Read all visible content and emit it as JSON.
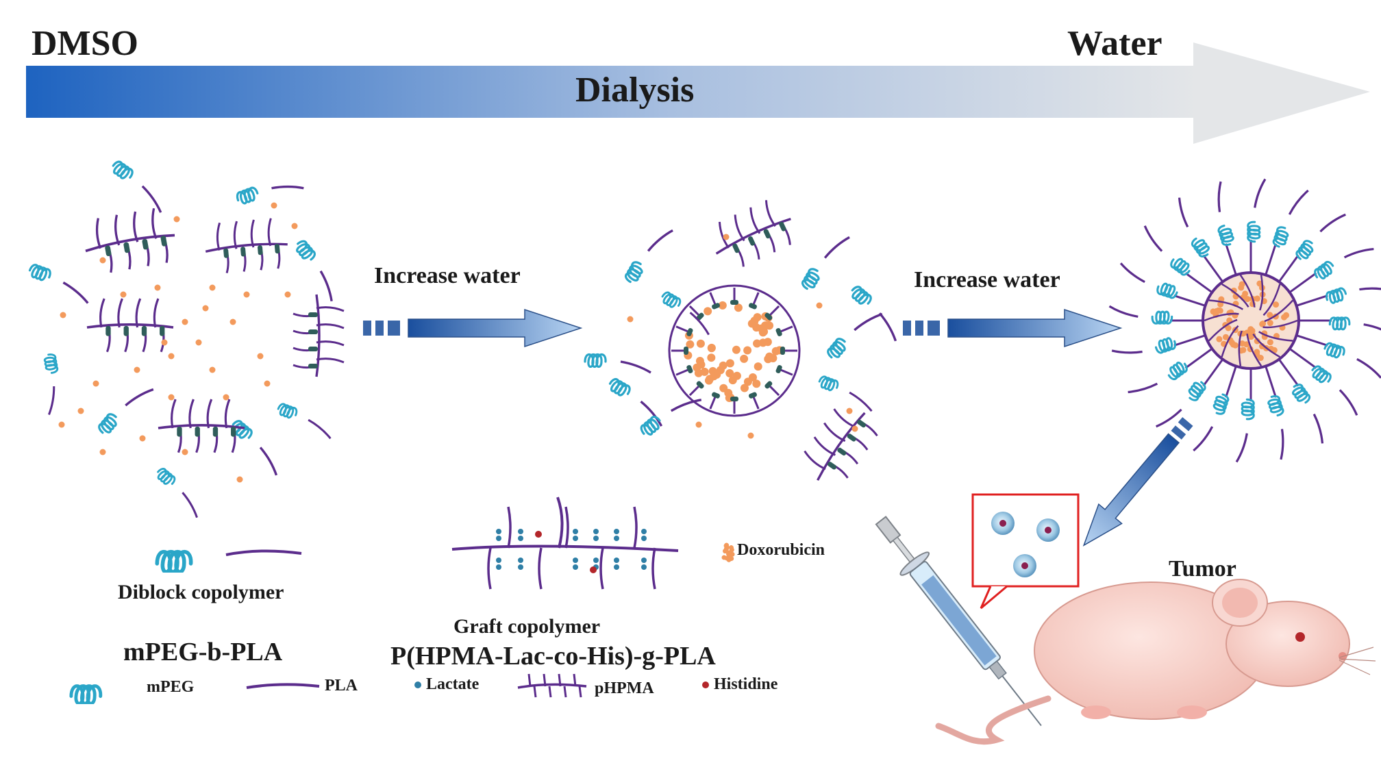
{
  "colors": {
    "peg": "#2aa6c8",
    "pla": "#5b2c8c",
    "drug": "#f39a5c",
    "lactate": "#2f7fa6",
    "histidine": "#b3262a",
    "arrow_dark": "#1f66c2",
    "arrow_light": "#e8eaec",
    "callout": "#e02020",
    "mouse": "#f6cfc8"
  },
  "header": {
    "left": "DMSO",
    "right": "Water",
    "center": "Dialysis"
  },
  "process": {
    "step1": "Increase water",
    "step2": "Increase water"
  },
  "legend": {
    "diblock_caption": "Diblock copolymer",
    "diblock_name": "mPEG-b-PLA",
    "graft_caption": "Graft copolymer",
    "graft_name": "P(HPMA-Lac-co-His)-g-PLA",
    "drug": "Doxorubicin",
    "mpeg": "mPEG",
    "pla": "PLA",
    "lactate": "Lactate",
    "phpma": "pHPMA",
    "histidine": "Histidine"
  },
  "target": "Tumor",
  "icons": [
    "dialysis-arrow-icon",
    "diblock-copolymer-icon",
    "graft-copolymer-icon",
    "micelle-icon",
    "syringe-icon",
    "mouse-icon"
  ]
}
